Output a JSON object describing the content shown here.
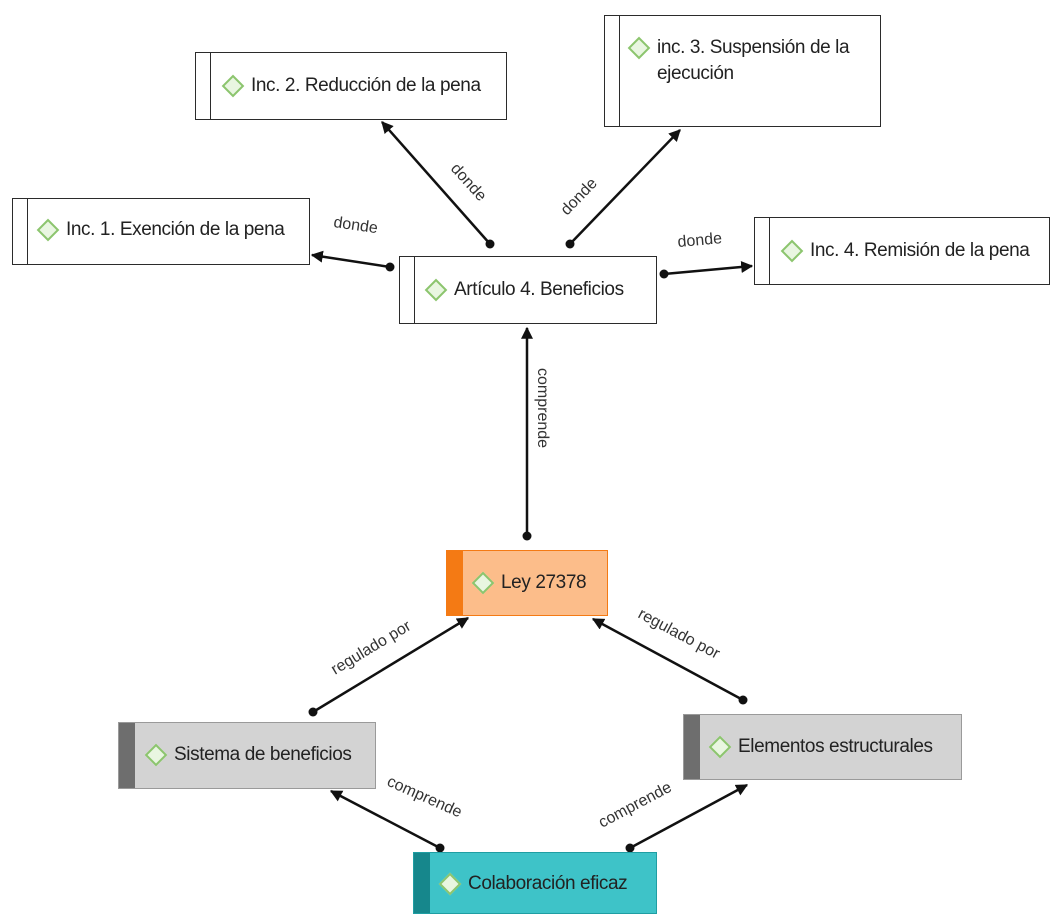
{
  "nodes": {
    "exencion": {
      "label": "Inc. 1. Exención de la pena"
    },
    "reduccion": {
      "label": "Inc. 2. Reducción de la pena"
    },
    "suspension": {
      "label": "inc. 3. Suspensión de la ejecución"
    },
    "remision": {
      "label": "Inc. 4. Remisión de la pena"
    },
    "articulo": {
      "label": "Artículo 4. Beneficios"
    },
    "ley": {
      "label": "Ley 27378"
    },
    "sistema": {
      "label": "Sistema de beneficios"
    },
    "elementos": {
      "label": "Elementos estructurales"
    },
    "colaboracion": {
      "label": "Colaboración eficaz"
    }
  },
  "edges": {
    "articulo_exencion": "donde",
    "articulo_reduccion": "donde",
    "articulo_suspension": "donde",
    "articulo_remision": "donde",
    "ley_articulo": "comprende",
    "sistema_ley": "regulado por",
    "elementos_ley": "regulado por",
    "colab_sistema": "comprende",
    "colab_elementos": "comprende"
  },
  "colors": {
    "ley_fill": "#fcbd8a",
    "ley_bar": "#f47a14",
    "gray_fill": "#d3d3d3",
    "gray_bar": "#6e6e6e",
    "teal_fill": "#3ec3c8",
    "teal_bar": "#16878c",
    "white_fill": "#ffffff",
    "icon_green": "#8cc56e"
  }
}
